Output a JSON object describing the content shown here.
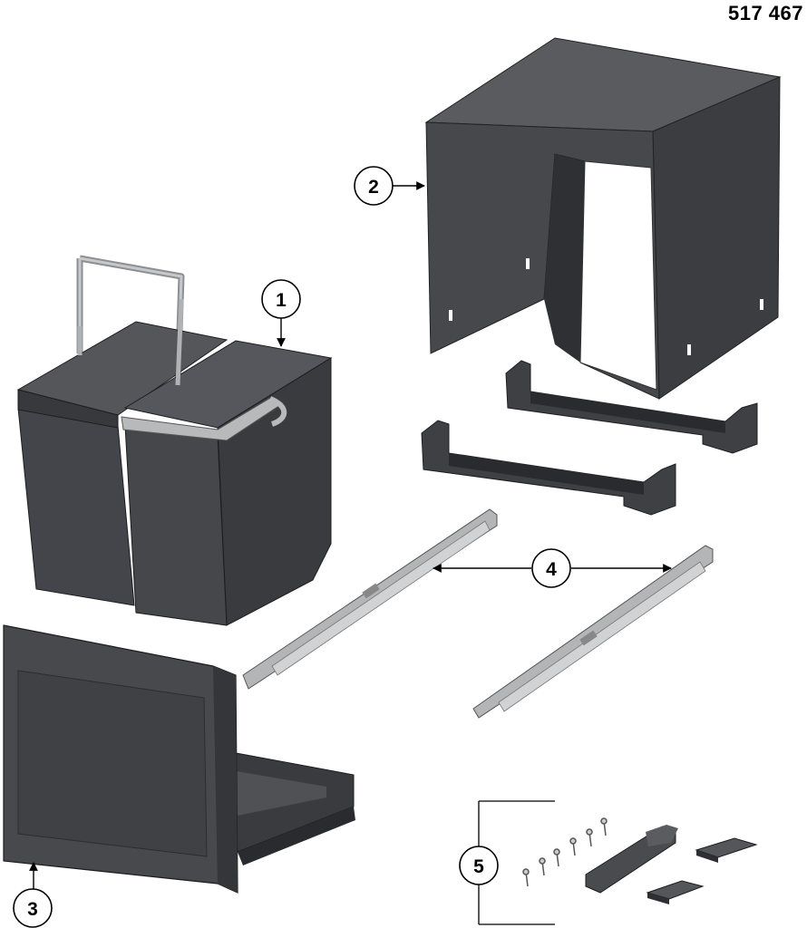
{
  "header": {
    "part_number": "517 467"
  },
  "callouts": [
    {
      "id": "1",
      "label": "1"
    },
    {
      "id": "2",
      "label": "2"
    },
    {
      "id": "3",
      "label": "3"
    },
    {
      "id": "4",
      "label": "4"
    },
    {
      "id": "5",
      "label": "5"
    }
  ],
  "parts": {
    "1": "two-compartment-waste-bins-with-handle",
    "2": "cover-frame",
    "3": "front-panel-with-tray",
    "4": "drawer-runners",
    "5": "fitting-kit-screws-and-pads"
  },
  "colors": {
    "plastic": "#45464a",
    "plastic_dark": "#2e2f32",
    "plastic_light": "#5d5e63",
    "metal": "#b9bbbd",
    "outline": "#000000"
  }
}
